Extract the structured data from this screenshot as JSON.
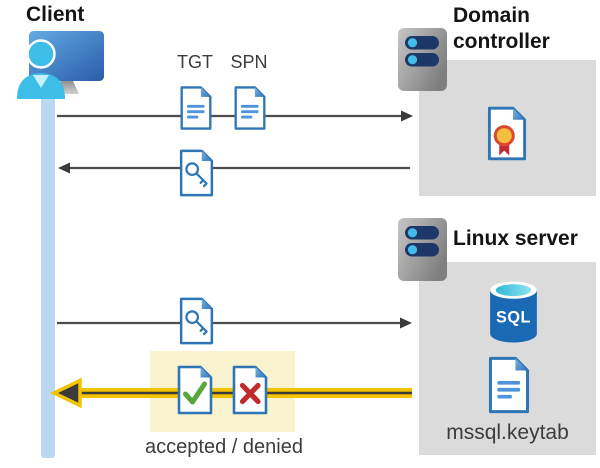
{
  "client": {
    "label": "Client"
  },
  "domain_controller": {
    "label": "Domain controller"
  },
  "linux_server": {
    "label": "Linux server",
    "sql_badge": "SQL",
    "keytab_filename": "mssql.keytab"
  },
  "flow": {
    "tgt_label": "TGT",
    "spn_label": "SPN",
    "result_label": "accepted / denied"
  },
  "colors": {
    "doc_blue": "#2E75B6",
    "doc_line_blue": "#4E94DC",
    "timeline_blue": "#BDD8F2",
    "panel_gray": "#DBDBDB",
    "highlight_box": "#FAF3CF",
    "highlight_yellow": "#F3C300",
    "arrow_gray": "#4D4D4D",
    "check_green": "#57A73C",
    "cross_red": "#C02B30",
    "sql_blue": "#1A69B4",
    "person_cyan": "#3DBEE9"
  }
}
